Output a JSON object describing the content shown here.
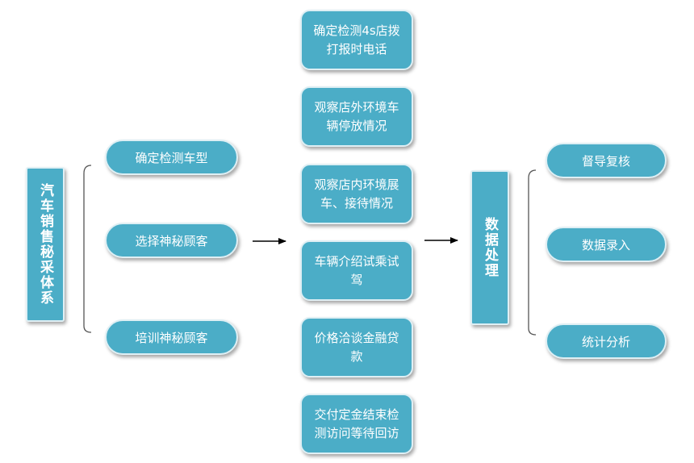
{
  "title": "汽车销售秘采体系",
  "left_branches": [
    "确定检测车型",
    "选择神秘顾客",
    "培训神秘顾客"
  ],
  "middle_steps": [
    "确定检测4s店拨打报时电话",
    "观察店外环境车辆停放情况",
    "观察店内环境展车、接待情况",
    "车辆介绍试乘试驾",
    "价格洽谈金融贷款",
    "交付定金结束检测访问等待回访"
  ],
  "processing": "数据处理",
  "right_branches": [
    "督导复核",
    "数据录入",
    "统计分析"
  ],
  "colors": {
    "box": "#4badc7",
    "border": "#dfeff4",
    "line": "#000000"
  }
}
